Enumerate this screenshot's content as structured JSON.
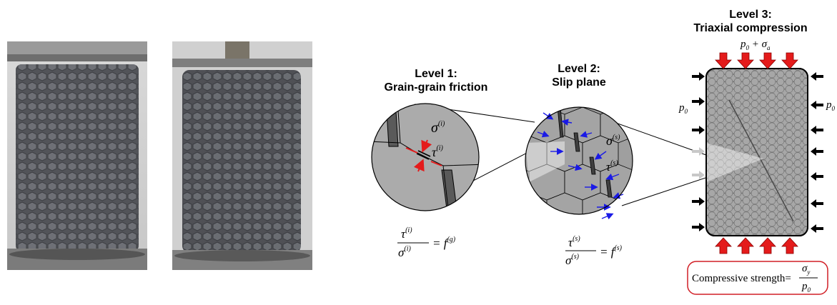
{
  "photos": [
    {
      "name": "specimen-before-loading"
    },
    {
      "name": "specimen-after-loading"
    }
  ],
  "levels": [
    {
      "line1": "Level 1:",
      "line2": "Grain-grain friction"
    },
    {
      "line1": "Level 2:",
      "line2": "Slip plane"
    },
    {
      "line1": "Level 3:",
      "line2": "Triaxial compression"
    }
  ],
  "level1": {
    "sigma": "σ",
    "sigma_sup": "(i)",
    "tau": "τ",
    "tau_sup": "(i)",
    "eq_num": "τ",
    "eq_num_sup": "(i)",
    "eq_den": "σ",
    "eq_den_sup": "(i)",
    "eq_rhs": "= f",
    "eq_rhs_sup": "(g)"
  },
  "level2": {
    "sigma": "σ",
    "sigma_sup": "(s)",
    "tau": "τ",
    "tau_sup": "(s)",
    "eq_num": "τ",
    "eq_num_sup": "(s)",
    "eq_den": "σ",
    "eq_den_sup": "(s)",
    "eq_rhs": "= f",
    "eq_rhs_sup": "(s)"
  },
  "level3": {
    "top_load": "p",
    "top_load_sub": "0",
    "top_load_plus": " + σ",
    "top_load_plus_sub": "a",
    "side_left": "p",
    "side_left_sub": "0",
    "side_right": "p",
    "side_right_sub": "0"
  },
  "strength_box": {
    "label": "Compressive strength=",
    "num": "σ",
    "num_sub": "y",
    "den": "p",
    "den_sub": "0"
  },
  "colors": {
    "arrow_red": "#e41b1b",
    "arrow_blue": "#1a1ae6",
    "arrow_black": "#000000",
    "arrow_grey": "#c8c8c8",
    "box_border": "#d11f26",
    "grain": "#8c8c8c",
    "magnifier_fill": "#a9a9a9"
  }
}
